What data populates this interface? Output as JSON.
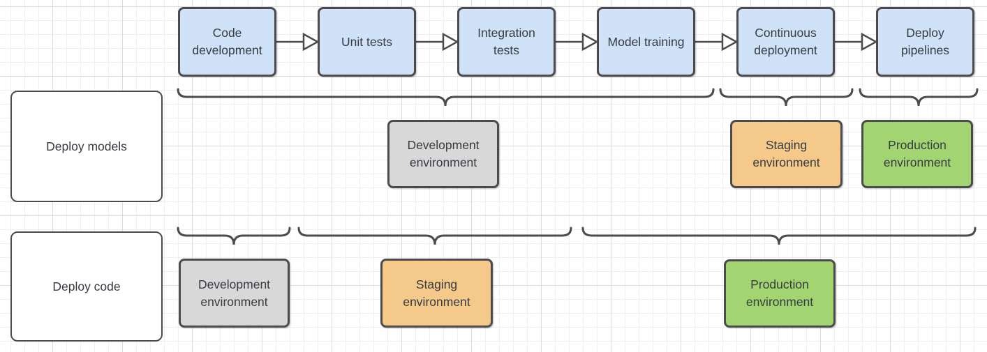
{
  "pipeline": {
    "steps": [
      {
        "label": "Code development"
      },
      {
        "label": "Unit tests"
      },
      {
        "label": "Integration tests"
      },
      {
        "label": "Model training"
      },
      {
        "label": "Continuous deployment"
      },
      {
        "label": "Deploy pipelines"
      }
    ]
  },
  "rows": [
    {
      "title": "Deploy models",
      "environments": [
        {
          "name": "development",
          "label": "Development environment",
          "fill": "#d8d8d8"
        },
        {
          "name": "staging",
          "label": "Staging environment",
          "fill": "#f5c98a"
        },
        {
          "name": "production",
          "label": "Production environment",
          "fill": "#a2d572"
        }
      ]
    },
    {
      "title": "Deploy code",
      "environments": [
        {
          "name": "development",
          "label": "Development environment",
          "fill": "#d8d8d8"
        },
        {
          "name": "staging",
          "label": "Staging environment",
          "fill": "#f5c98a"
        },
        {
          "name": "production",
          "label": "Production environment",
          "fill": "#a2d572"
        }
      ]
    }
  ],
  "colors": {
    "process_fill": "#cfe2f8",
    "development_fill": "#d8d8d8",
    "staging_fill": "#f5c98a",
    "production_fill": "#a2d572",
    "stroke": "#4b4b4d",
    "text": "#363b42"
  }
}
